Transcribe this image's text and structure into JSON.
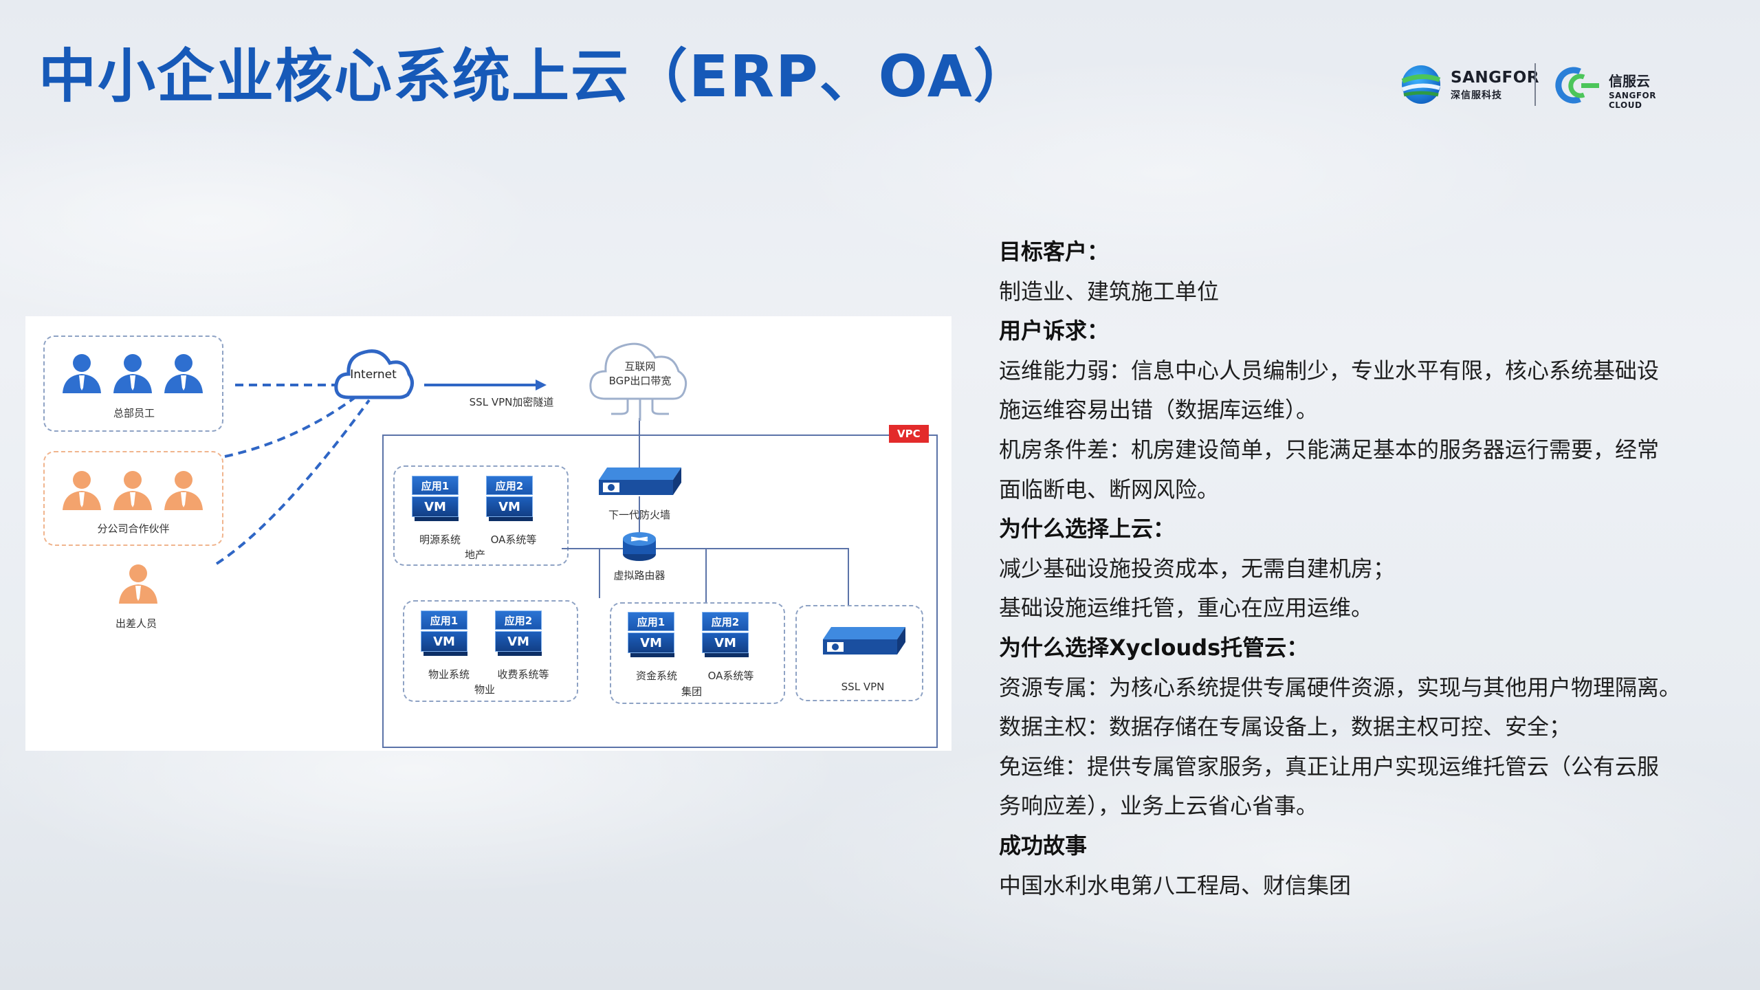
{
  "title": "中小企业核心系统上云（ERP、OA）",
  "logos": {
    "sangfor_name": "SANGFOR",
    "sangfor_sub": "深信服科技",
    "cloud_name": "信服云",
    "cloud_sub": "SANGFOR CLOUD"
  },
  "diagram": {
    "hq_label": "总部员工",
    "branch_label": "分公司合作伙伴",
    "travel_label": "出差人员",
    "internet_label": "Internet",
    "tunnel_label": "SSL VPN加密隧道",
    "bgp_line1": "互联网",
    "bgp_line2": "BGP出口带宽",
    "vpc_label": "VPC",
    "firewall_label": "下一代防火墙",
    "router_label": "虚拟路由器",
    "sslvpn_label": "SSL VPN",
    "app1": "应用1",
    "app2": "应用2",
    "vm": "VM",
    "groups": [
      {
        "sys1": "明源系统",
        "sys2": "OA系统等",
        "name": "地产"
      },
      {
        "sys1": "物业系统",
        "sys2": "收费系统等",
        "name": "物业"
      },
      {
        "sys1": "资金系统",
        "sys2": "OA系统等",
        "name": "集团"
      }
    ]
  },
  "info": {
    "target_heading": "目标客户：",
    "target_text": "制造业、建筑施工单位",
    "needs_heading": "用户诉求：",
    "needs_1a": "运维能力弱：信息中心人员编制少，专业水平有限，核心系统基础设",
    "needs_1b": "施运维容易出错（数据库运维）。",
    "needs_2a": "机房条件差：机房建设简单，只能满足基本的服务器运行需要，经常",
    "needs_2b": "面临断电、断网风险。",
    "why_cloud_heading": "为什么选择上云：",
    "why_cloud_1": "减少基础设施投资成本，无需自建机房；",
    "why_cloud_2": "基础设施运维托管，重心在应用运维。",
    "why_xy_heading": "为什么选择Xyclouds托管云：",
    "why_xy_1": "资源专属：为核心系统提供专属硬件资源，实现与其他用户物理隔离。",
    "why_xy_2": "数据主权：数据存储在专属设备上，数据主权可控、安全；",
    "why_xy_3a": "免运维：提供专属管家服务，真正让用户实现运维托管云（公有云服",
    "why_xy_3b": "务响应差），业务上云省心省事。",
    "success_heading": "成功故事",
    "success_text": "中国水利水电第八工程局、财信集团"
  }
}
